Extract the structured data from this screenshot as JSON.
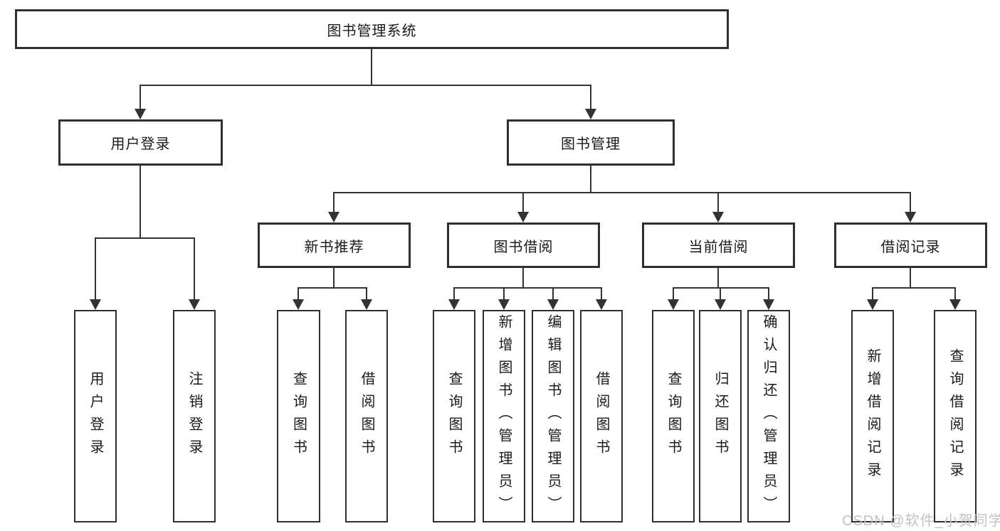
{
  "colors": {
    "line": "#333333",
    "border": "#2f2f2f",
    "text": "#1a1a1a",
    "background": "#ffffff",
    "watermark": "#c2c2c2"
  },
  "tree": {
    "root": {
      "label": "图书管理系统"
    },
    "level2": [
      {
        "id": "user-login",
        "label": "用户登录"
      },
      {
        "id": "book-management",
        "label": "图书管理"
      }
    ],
    "level3": [
      {
        "id": "new-book-recommend",
        "label": "新书推荐",
        "parent": "book-management"
      },
      {
        "id": "book-borrowing",
        "label": "图书借阅",
        "parent": "book-management"
      },
      {
        "id": "current-borrowing",
        "label": "当前借阅",
        "parent": "book-management"
      },
      {
        "id": "borrowing-records",
        "label": "借阅记录",
        "parent": "book-management"
      }
    ],
    "leaves": {
      "user_login": [
        {
          "label": "用户登录"
        },
        {
          "label": "注销登录"
        }
      ],
      "new_book_recommend": [
        {
          "label": "查询图书"
        },
        {
          "label": "借阅图书"
        }
      ],
      "book_borrowing": [
        {
          "label": "查询图书"
        },
        {
          "label": "新增图书（管理员）"
        },
        {
          "label": "编辑图书（管理员）"
        },
        {
          "label": "借阅图书"
        }
      ],
      "current_borrowing": [
        {
          "label": "查询图书"
        },
        {
          "label": "归还图书"
        },
        {
          "label": "确认归还（管理员）"
        }
      ],
      "borrowing_records": [
        {
          "label": "新增借阅记录"
        },
        {
          "label": "查询借阅记录"
        }
      ]
    }
  },
  "watermark": {
    "text": "CSDN @软件_小贺同学"
  }
}
